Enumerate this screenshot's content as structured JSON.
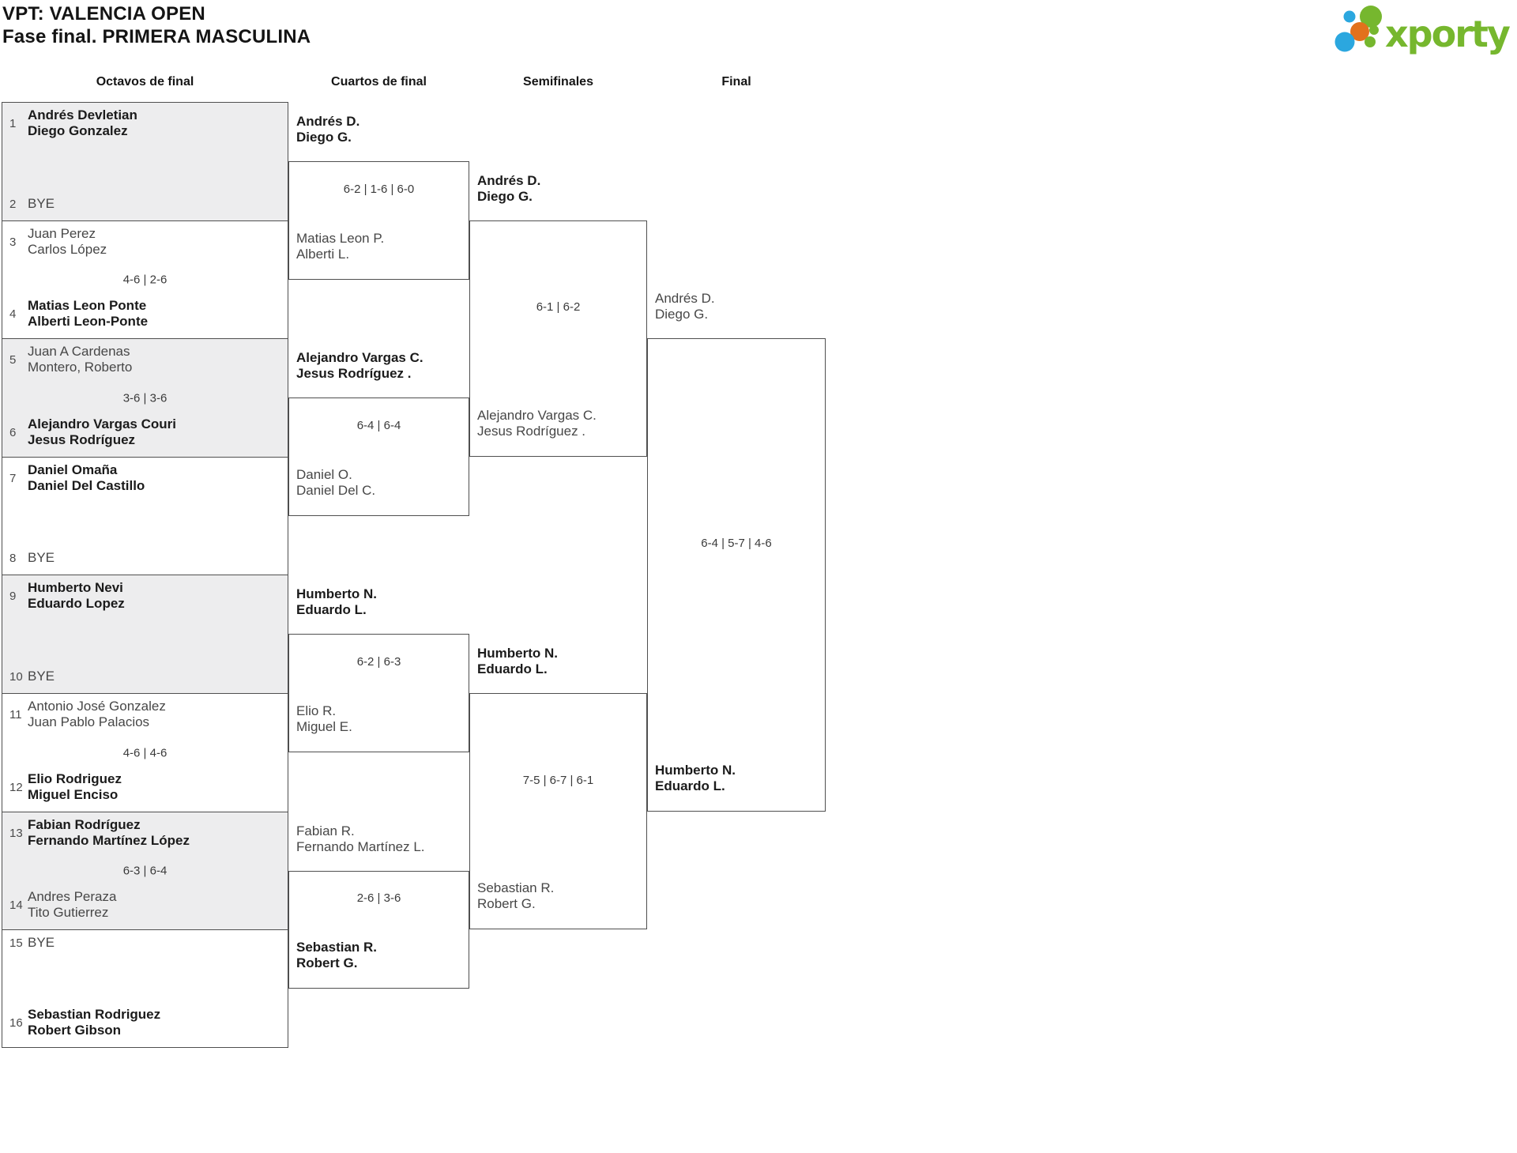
{
  "title": {
    "line1": "VPT: VALENCIA OPEN",
    "line2": "Fase final. PRIMERA MASCULINA"
  },
  "logo": {
    "brand": "xporty",
    "colors": {
      "green": "#76b72e",
      "blue": "#2ba7df",
      "orange": "#e2711c"
    }
  },
  "rounds": [
    {
      "label": "Octavos de final"
    },
    {
      "label": "Cuartos de final"
    },
    {
      "label": "Semifinales"
    },
    {
      "label": "Final"
    }
  ],
  "bracket": {
    "octavos": [
      {
        "top_seed": "1",
        "top": [
          "Andrés Devletian",
          "Diego Gonzalez"
        ],
        "top_winner": true,
        "bottom_seed": "2",
        "bottom": [
          "BYE"
        ],
        "bottom_winner": false,
        "score": "",
        "shaded": true
      },
      {
        "top_seed": "3",
        "top": [
          "Juan Perez",
          "Carlos López"
        ],
        "top_winner": false,
        "bottom_seed": "4",
        "bottom": [
          "Matias Leon Ponte",
          "Alberti Leon-Ponte"
        ],
        "bottom_winner": true,
        "score": "4-6 | 2-6",
        "shaded": false
      },
      {
        "top_seed": "5",
        "top": [
          "Juan A Cardenas",
          "Montero, Roberto"
        ],
        "top_winner": false,
        "bottom_seed": "6",
        "bottom": [
          "Alejandro Vargas Couri",
          "Jesus Rodríguez"
        ],
        "bottom_winner": true,
        "score": "3-6 | 3-6",
        "shaded": true
      },
      {
        "top_seed": "7",
        "top": [
          "Daniel Omaña",
          "Daniel Del Castillo"
        ],
        "top_winner": true,
        "bottom_seed": "8",
        "bottom": [
          "BYE"
        ],
        "bottom_winner": false,
        "score": "",
        "shaded": false
      },
      {
        "top_seed": "9",
        "top": [
          "Humberto Nevi",
          "Eduardo Lopez"
        ],
        "top_winner": true,
        "bottom_seed": "10",
        "bottom": [
          "BYE"
        ],
        "bottom_winner": false,
        "score": "",
        "shaded": true
      },
      {
        "top_seed": "11",
        "top": [
          "Antonio José Gonzalez",
          "Juan Pablo Palacios"
        ],
        "top_winner": false,
        "bottom_seed": "12",
        "bottom": [
          "Elio Rodriguez",
          "Miguel Enciso"
        ],
        "bottom_winner": true,
        "score": "4-6 | 4-6",
        "shaded": false
      },
      {
        "top_seed": "13",
        "top": [
          "Fabian Rodríguez",
          "Fernando Martínez López"
        ],
        "top_winner": true,
        "bottom_seed": "14",
        "bottom": [
          "Andres Peraza",
          "Tito Gutierrez"
        ],
        "bottom_winner": false,
        "score": "6-3 | 6-4",
        "shaded": true
      },
      {
        "top_seed": "15",
        "top": [
          "BYE"
        ],
        "top_winner": false,
        "bottom_seed": "16",
        "bottom": [
          "Sebastian Rodriguez",
          "Robert Gibson"
        ],
        "bottom_winner": true,
        "score": "",
        "shaded": false
      }
    ],
    "cuartos": [
      {
        "top": [
          "Andrés D.",
          "Diego G."
        ],
        "top_winner": true,
        "bottom": [
          "Matias Leon P.",
          "Alberti L."
        ],
        "bottom_winner": false,
        "score": "6-2 | 1-6 | 6-0"
      },
      {
        "top": [
          "Alejandro Vargas C.",
          "Jesus Rodríguez ."
        ],
        "top_winner": true,
        "bottom": [
          "Daniel O.",
          "Daniel Del C."
        ],
        "bottom_winner": false,
        "score": "6-4 | 6-4"
      },
      {
        "top": [
          "Humberto N.",
          "Eduardo L."
        ],
        "top_winner": true,
        "bottom": [
          "Elio R.",
          "Miguel E."
        ],
        "bottom_winner": false,
        "score": "6-2 | 6-3"
      },
      {
        "top": [
          "Fabian R.",
          "Fernando Martínez L."
        ],
        "top_winner": false,
        "bottom": [
          "Sebastian R.",
          "Robert G."
        ],
        "bottom_winner": true,
        "score": "2-6 | 3-6"
      }
    ],
    "semifinales": [
      {
        "top": [
          "Andrés D.",
          "Diego G."
        ],
        "top_winner": true,
        "bottom": [
          "Alejandro Vargas C.",
          "Jesus Rodríguez ."
        ],
        "bottom_winner": false,
        "score": "6-1 | 6-2"
      },
      {
        "top": [
          "Humberto N.",
          "Eduardo L."
        ],
        "top_winner": true,
        "bottom": [
          "Sebastian R.",
          "Robert G."
        ],
        "bottom_winner": false,
        "score": "7-5 | 6-7 | 6-1"
      }
    ],
    "final": [
      {
        "top": [
          "Andrés D.",
          "Diego G."
        ],
        "top_winner": false,
        "bottom": [
          "Humberto N.",
          "Eduardo L."
        ],
        "bottom_winner": true,
        "score": "6-4 | 5-7 | 4-6"
      }
    ]
  }
}
